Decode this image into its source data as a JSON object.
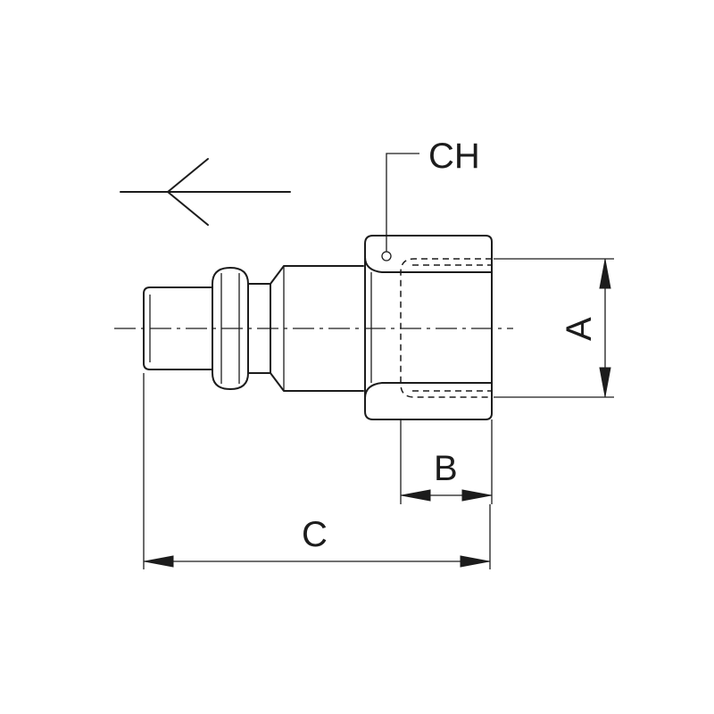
{
  "labels": {
    "a": "A",
    "b": "B",
    "c": "C",
    "ch": "CH"
  },
  "flow_arrow_icon": "left-arrow-icon"
}
